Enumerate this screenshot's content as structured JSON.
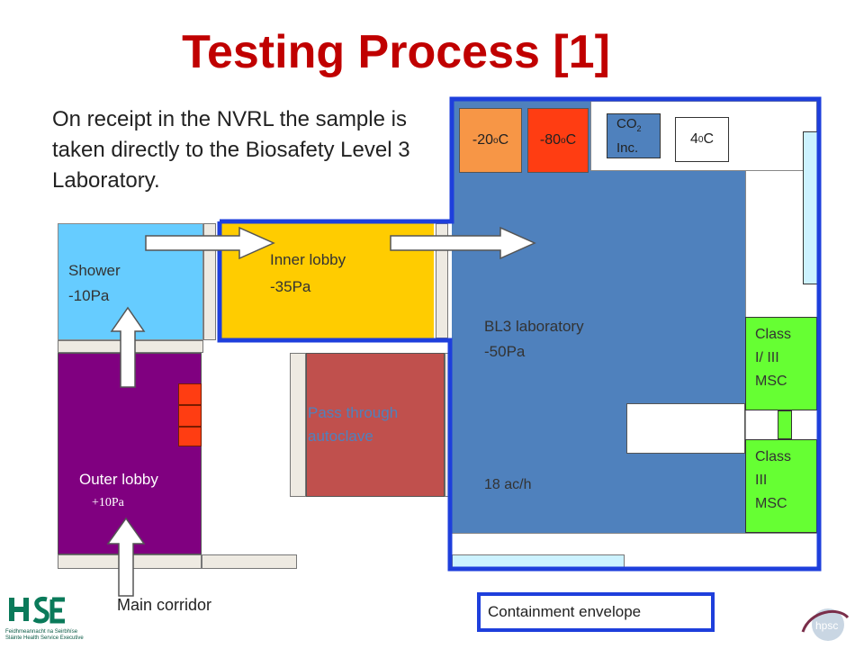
{
  "title": "Testing Process [1]",
  "intro": "On receipt in the NVRL the sample is taken directly to the Biosafety Level 3 Laboratory.",
  "rooms": {
    "shower": {
      "name": "Shower",
      "pressure": "-10Pa"
    },
    "inner_lobby": {
      "name": "Inner lobby",
      "pressure": "-35Pa"
    },
    "outer_lobby": {
      "name": "Outer lobby",
      "pressure": "+10Pa"
    },
    "bl3_lab": {
      "name": "BL3 laboratory",
      "pressure": "-50Pa",
      "air_changes": "18 ac/h"
    },
    "autoclave": {
      "name": "Pass through autoclave"
    }
  },
  "equipment": {
    "freezer_minus20": "-20",
    "freezer_minus80": "-80",
    "deg_sup": "o",
    "unit_c": "C",
    "co2_top": "CO",
    "co2_sub": "2",
    "co2_bottom": "Inc.",
    "fridge_num": "4",
    "fridge_sup": "0",
    "msc_class_1_3": [
      "Class",
      "I/ III",
      "MSC"
    ],
    "msc_class_3": [
      "Class",
      "III",
      "MSC"
    ]
  },
  "corridor": "Main corridor",
  "legend": "Containment envelope",
  "logos": {
    "hse_sub": "Feidhmeannacht na Seirbhíse Sláinte Health Service Executive",
    "hpsc": "hpsc"
  },
  "colors": {
    "title": "#c00000",
    "shower": "#66ccff",
    "inner_lobby": "#ffcc00",
    "outer_lobby": "#800080",
    "bl3_lab": "#4f81bd",
    "autoclave": "#c0504d",
    "freezer_minus20": "#f79646",
    "freezer_minus80": "#ff3d12",
    "msc": "#66ff33",
    "containment": "#1e3fdc"
  }
}
